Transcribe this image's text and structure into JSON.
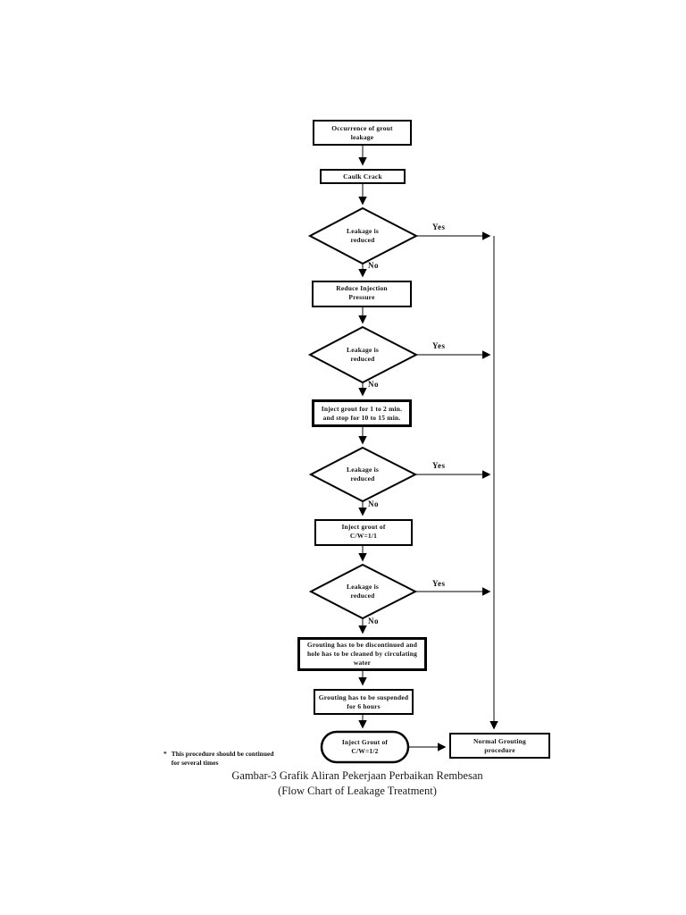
{
  "flowchart": {
    "nodes": {
      "occurrence": {
        "lines": [
          "Occurrence of grout",
          "leakage"
        ]
      },
      "caulk": {
        "lines": [
          "Caulk Crack"
        ]
      },
      "decision": {
        "lines": [
          "Leakage is",
          "reduced"
        ]
      },
      "reduce_pressure": {
        "lines": [
          "Reduce Injection",
          "Pressure"
        ]
      },
      "inject_time": {
        "lines": [
          "Inject grout for 1 to 2 min.",
          "and stop for 10 to 15 min."
        ]
      },
      "inject_cw11": {
        "lines": [
          "Inject grout of",
          "C/W=1/1"
        ]
      },
      "discontinue": {
        "lines": [
          "Grouting has to be discontinued and",
          "hole has to be cleaned by circulating",
          "water"
        ]
      },
      "suspend": {
        "lines": [
          "Grouting has to be suspended",
          "for 6 hours"
        ]
      },
      "inject_cw12": {
        "lines": [
          "Inject Grout of",
          "C/W=1/2"
        ]
      },
      "normal": {
        "lines": [
          "Normal Grouting",
          "procedure"
        ]
      }
    },
    "edge_labels": {
      "yes": "Yes",
      "no": "No"
    },
    "colors": {
      "ink": "#000000",
      "connector": "#333333",
      "background": "#ffffff"
    }
  },
  "footnote": {
    "marker": "*",
    "lines": [
      "This procedure should be continued",
      "for several times"
    ]
  },
  "caption": {
    "line1": "Gambar-3  Grafik Aliran Pekerjaan Perbaikan Rembesan",
    "line2": "(Flow Chart of Leakage Treatment)"
  }
}
